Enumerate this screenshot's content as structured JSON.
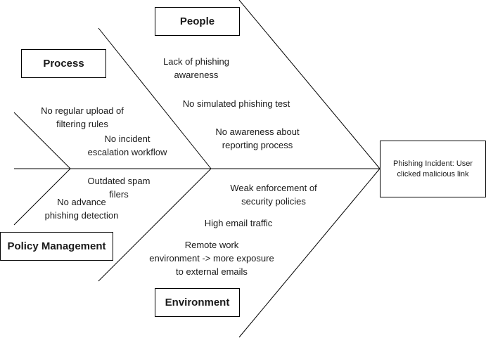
{
  "effect": {
    "label": "Phishing Incident: User clicked malicious link"
  },
  "categories": {
    "people": "People",
    "process": "Process",
    "policy": "Policy Management",
    "environment": "Environment"
  },
  "causes": {
    "people_1": "Lack of phishing\nawareness",
    "people_2": "No simulated phishing test",
    "people_3": "No awareness about\nreporting process",
    "process_1": "No regular upload of\nfiltering rules",
    "process_2": "No incident\nescalation workflow",
    "policy_1": "Outdated spam\nfilers",
    "policy_2": "No advance\nphishing detection",
    "environment_1": "Weak enforcement of\nsecurity policies",
    "environment_2": "High email traffic",
    "environment_3": "Remote work\nenvironment -> more exposure\nto external emails"
  },
  "colors": {
    "line": "#000000",
    "text": "#1a1a1a"
  }
}
